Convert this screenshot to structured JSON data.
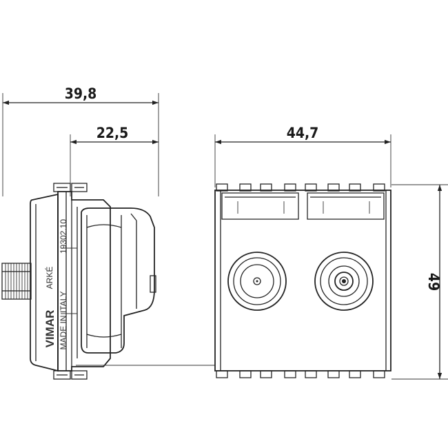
{
  "dimensions": {
    "overall_depth": "39,8",
    "front_depth": "22,5",
    "width": "44,7",
    "height": "49"
  },
  "product_labels": {
    "series": "ARKÉ",
    "code": "19302.10",
    "brand": "VIMAR",
    "origin": "MADE IN ITALY"
  }
}
